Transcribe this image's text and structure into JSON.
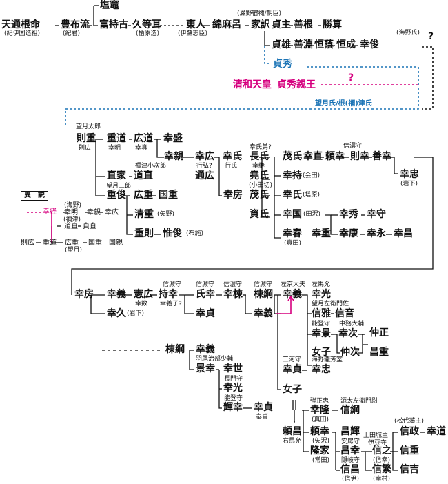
{
  "colors": {
    "ink": "#111111",
    "blue": "#1a73b5",
    "magenta": "#d6007f"
  },
  "n": {
    "a01": "天通根命",
    "a02": "(紀伊国造祖)",
    "a03": "豊布流",
    "a04": "(紀君)",
    "a05": "塩竈",
    "a06": "富持古",
    "a07": "久等耳",
    "a08": "(楯原造)",
    "a09": "東人",
    "a10": "(伊蘇志臣)",
    "a11": "綿麻呂",
    "a12": "(滋野宿禰/朝臣)",
    "a13": "家訳",
    "a14": "貞主",
    "a15": "善根",
    "a16": "勝算",
    "a17": "貞雄",
    "a18": "善淵",
    "a19": "恒蔭",
    "a20": "恒成",
    "a21": "幸俊",
    "a22": "(海野氏)",
    "a23": "?",
    "a24": "貞秀",
    "a25": "清和天皇",
    "a26": "貞秀親王",
    "a27": "?",
    "a28": "望月氏/根(禰)津氏",
    "b01": "望月太郎",
    "b02": "則重",
    "b03": "則広",
    "b04": "重道",
    "b05": "幸明",
    "b06": "広道",
    "b07": "幸真",
    "b08": "幸盛",
    "b09": "幸親",
    "b10": "幸広",
    "b11": "行弘?",
    "b12": "幸氏",
    "b13": "行氏",
    "b14": "幸氏弟?",
    "b15": "長氏",
    "b16": "幸継",
    "b17": "茂氏",
    "b18": "幸直",
    "b19": "信濃守",
    "b20": "頼幸",
    "b21": "則幸",
    "b22": "善幸",
    "b23": "通広",
    "b24": "堯氏",
    "b25": "(小田切)",
    "b26": "幸持",
    "b27": "(会田)",
    "b28": "幸忠",
    "b29": "(岩下)",
    "b30": "直家",
    "b31": "禰津小次郎",
    "b32": "道直",
    "b33": "望月三郎",
    "b34": "重俊",
    "b35": "広重",
    "b36": "国重",
    "b37": "幸房",
    "b38": "茂氏",
    "b39": "幸氏",
    "b40": "(塔原)",
    "b41": "資氏",
    "b42": "幸国",
    "b43": "(田沢)",
    "b44": "幸秀",
    "b45": "幸守",
    "b46": "清重",
    "b47": "(矢野)",
    "b48": "重則",
    "b49": "惟俊",
    "b50": "(布施)",
    "b51": "幸春",
    "b52": "(真田)",
    "b53": "幸重",
    "b54": "幸康",
    "b55": "幸永",
    "b56": "幸昌",
    "c01": "異　説",
    "c02": "幸経",
    "c03": "(海野)",
    "c04": "幸明",
    "c05": "幸親",
    "c06": "幸広",
    "c07": "(禰津)",
    "c08": "道直",
    "c09": "貞直",
    "c10": "則広",
    "c11": "重道",
    "c12": "広重",
    "c13": "(望月)",
    "c14": "国重",
    "c15": "国親",
    "d01": "幸房",
    "d02": "幸義",
    "d03": "憲広",
    "d04": "幸数",
    "d05": "信濃守",
    "d06": "持幸",
    "d07": "幸義子?",
    "d08": "信濃守",
    "d09": "氏幸",
    "d10": "信濃守",
    "d11": "幸棟",
    "d12": "信濃守",
    "d13": "棟綱",
    "d14": "左京大夫",
    "d15": "幸義",
    "d16": "左馬允",
    "d17": "幸光",
    "d18": "幸久",
    "d19": "(岩下)",
    "d20": "幸貞",
    "d21": "幸義",
    "d22": "望月左衛門佐",
    "d23": "信雅",
    "d24": "信音",
    "d25": "能登守",
    "d26": "中務大輔",
    "d27": "幸景",
    "d28": "幸次",
    "d29": "仲正",
    "d30": "女子",
    "d31": "仲次",
    "d32": "昌重",
    "d33": "三河守",
    "d34": "海野龍芳室",
    "d35": "幸貞",
    "d36": "幸忠",
    "d37": "女子",
    "e01": "棟綱",
    "e02": "幸義",
    "e03": "羽尾治部少輔",
    "e04": "景幸",
    "e05": "幸世",
    "e06": "長門守",
    "e07": "幸光",
    "e08": "能登守",
    "e09": "輝幸",
    "e10": "幸貞",
    "e11": "泰貞",
    "f01": "弾正忠",
    "f02": "源太左衛門尉",
    "f03": "幸隆",
    "f04": "(真田)",
    "f05": "信綱",
    "f06": "頼昌",
    "f07": "右馬允",
    "f08": "頼幸",
    "f09": "(矢沢)",
    "f10": "昌輝",
    "f11": "上田城主",
    "f12": "伊豆守",
    "f13": "(松代藩主)",
    "f14": "信政",
    "f15": "幸道",
    "f16": "安房守",
    "f17": "昌幸",
    "f18": "信之",
    "f19": "(信幸)",
    "f20": "信重",
    "f21": "隆家",
    "f22": "(常田)",
    "f23": "隠岐守",
    "f24": "信繁",
    "f25": "(幸村)",
    "f26": "信吉",
    "f27": "信昌",
    "f28": "(信尹)"
  }
}
